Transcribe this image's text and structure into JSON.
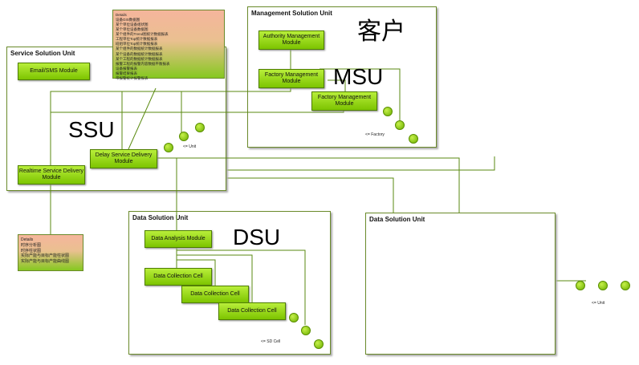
{
  "ssu": {
    "title": "Service Solution Unit",
    "big": "SSU",
    "email": "Email/SMS Module",
    "delay": "Delay Service Delivery Module",
    "realtime": "Realtime Service Delivery Module",
    "unit_label": "<= Unit"
  },
  "note1": {
    "title": "Details",
    "lines": [
      "设备GIS数据图",
      "某个单位设备组状图",
      "某个单位设备数据图",
      "某个组件的Trend图统计数据报表",
      "工程单位Top统计数据报表",
      "班组单位Top统计数据报表",
      "某个组件的数据统计数据报表",
      "某个设备的数据统计数据报表",
      "某个工程的数据统计数据报表",
      "报警工程的报警内容数据平衡报表",
      "设备报警报表",
      "报警结果报表",
      "带报警统计报警报表"
    ]
  },
  "note2": {
    "title": "Details",
    "lines": [
      "时序分析图",
      "时序柱状图",
      "实际产能与目标产能柱状图",
      "实际产能与目标产能曲线图"
    ]
  },
  "msu": {
    "title": "Management Solution Unit",
    "cn": "客户",
    "big": "MSU",
    "authority": "Authority Management Module",
    "factory1": "Factory Management Module",
    "factory2": "Factory Management Module",
    "factory_label": "<= Factory"
  },
  "dsu": {
    "title": "Data Solution Unit",
    "big": "DSU",
    "analysis": "Data Analysis Module",
    "cells": [
      "Data Collection Cell",
      "Data Collection Cell",
      "Data Collection Cell"
    ],
    "cell_label": "<= SD Cell"
  },
  "dsu2": {
    "title": "Data Solution Unit",
    "unit_label": "<= Unit"
  }
}
